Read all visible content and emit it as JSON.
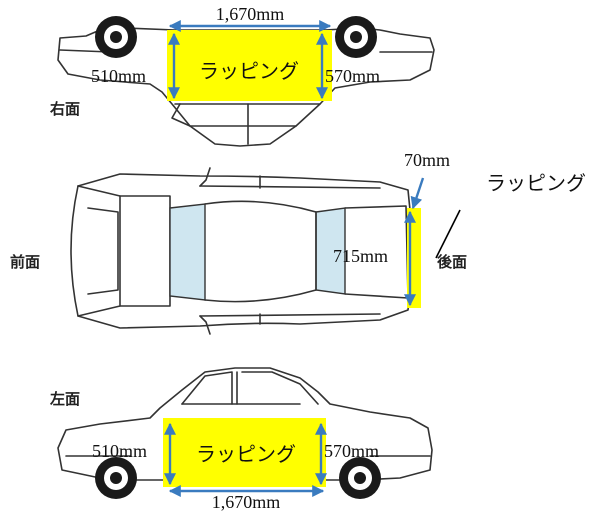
{
  "colors": {
    "wrap_highlight": "#ffff00",
    "dimension_arrow": "#3a7bbf",
    "window_glass": "#cfe6f0"
  },
  "view_labels": {
    "right": "右面",
    "front": "前面",
    "rear": "後面",
    "left": "左面"
  },
  "right_side": {
    "width": "1,670mm",
    "height_left": "510mm",
    "height_right": "570mm",
    "wrap_label": "ラッピング"
  },
  "top_view": {
    "depth": "70mm",
    "height": "715mm",
    "wrap_label": "ラッピング"
  },
  "left_side": {
    "width": "1,670mm",
    "height_left": "510mm",
    "height_right": "570mm",
    "wrap_label": "ラッピング"
  }
}
